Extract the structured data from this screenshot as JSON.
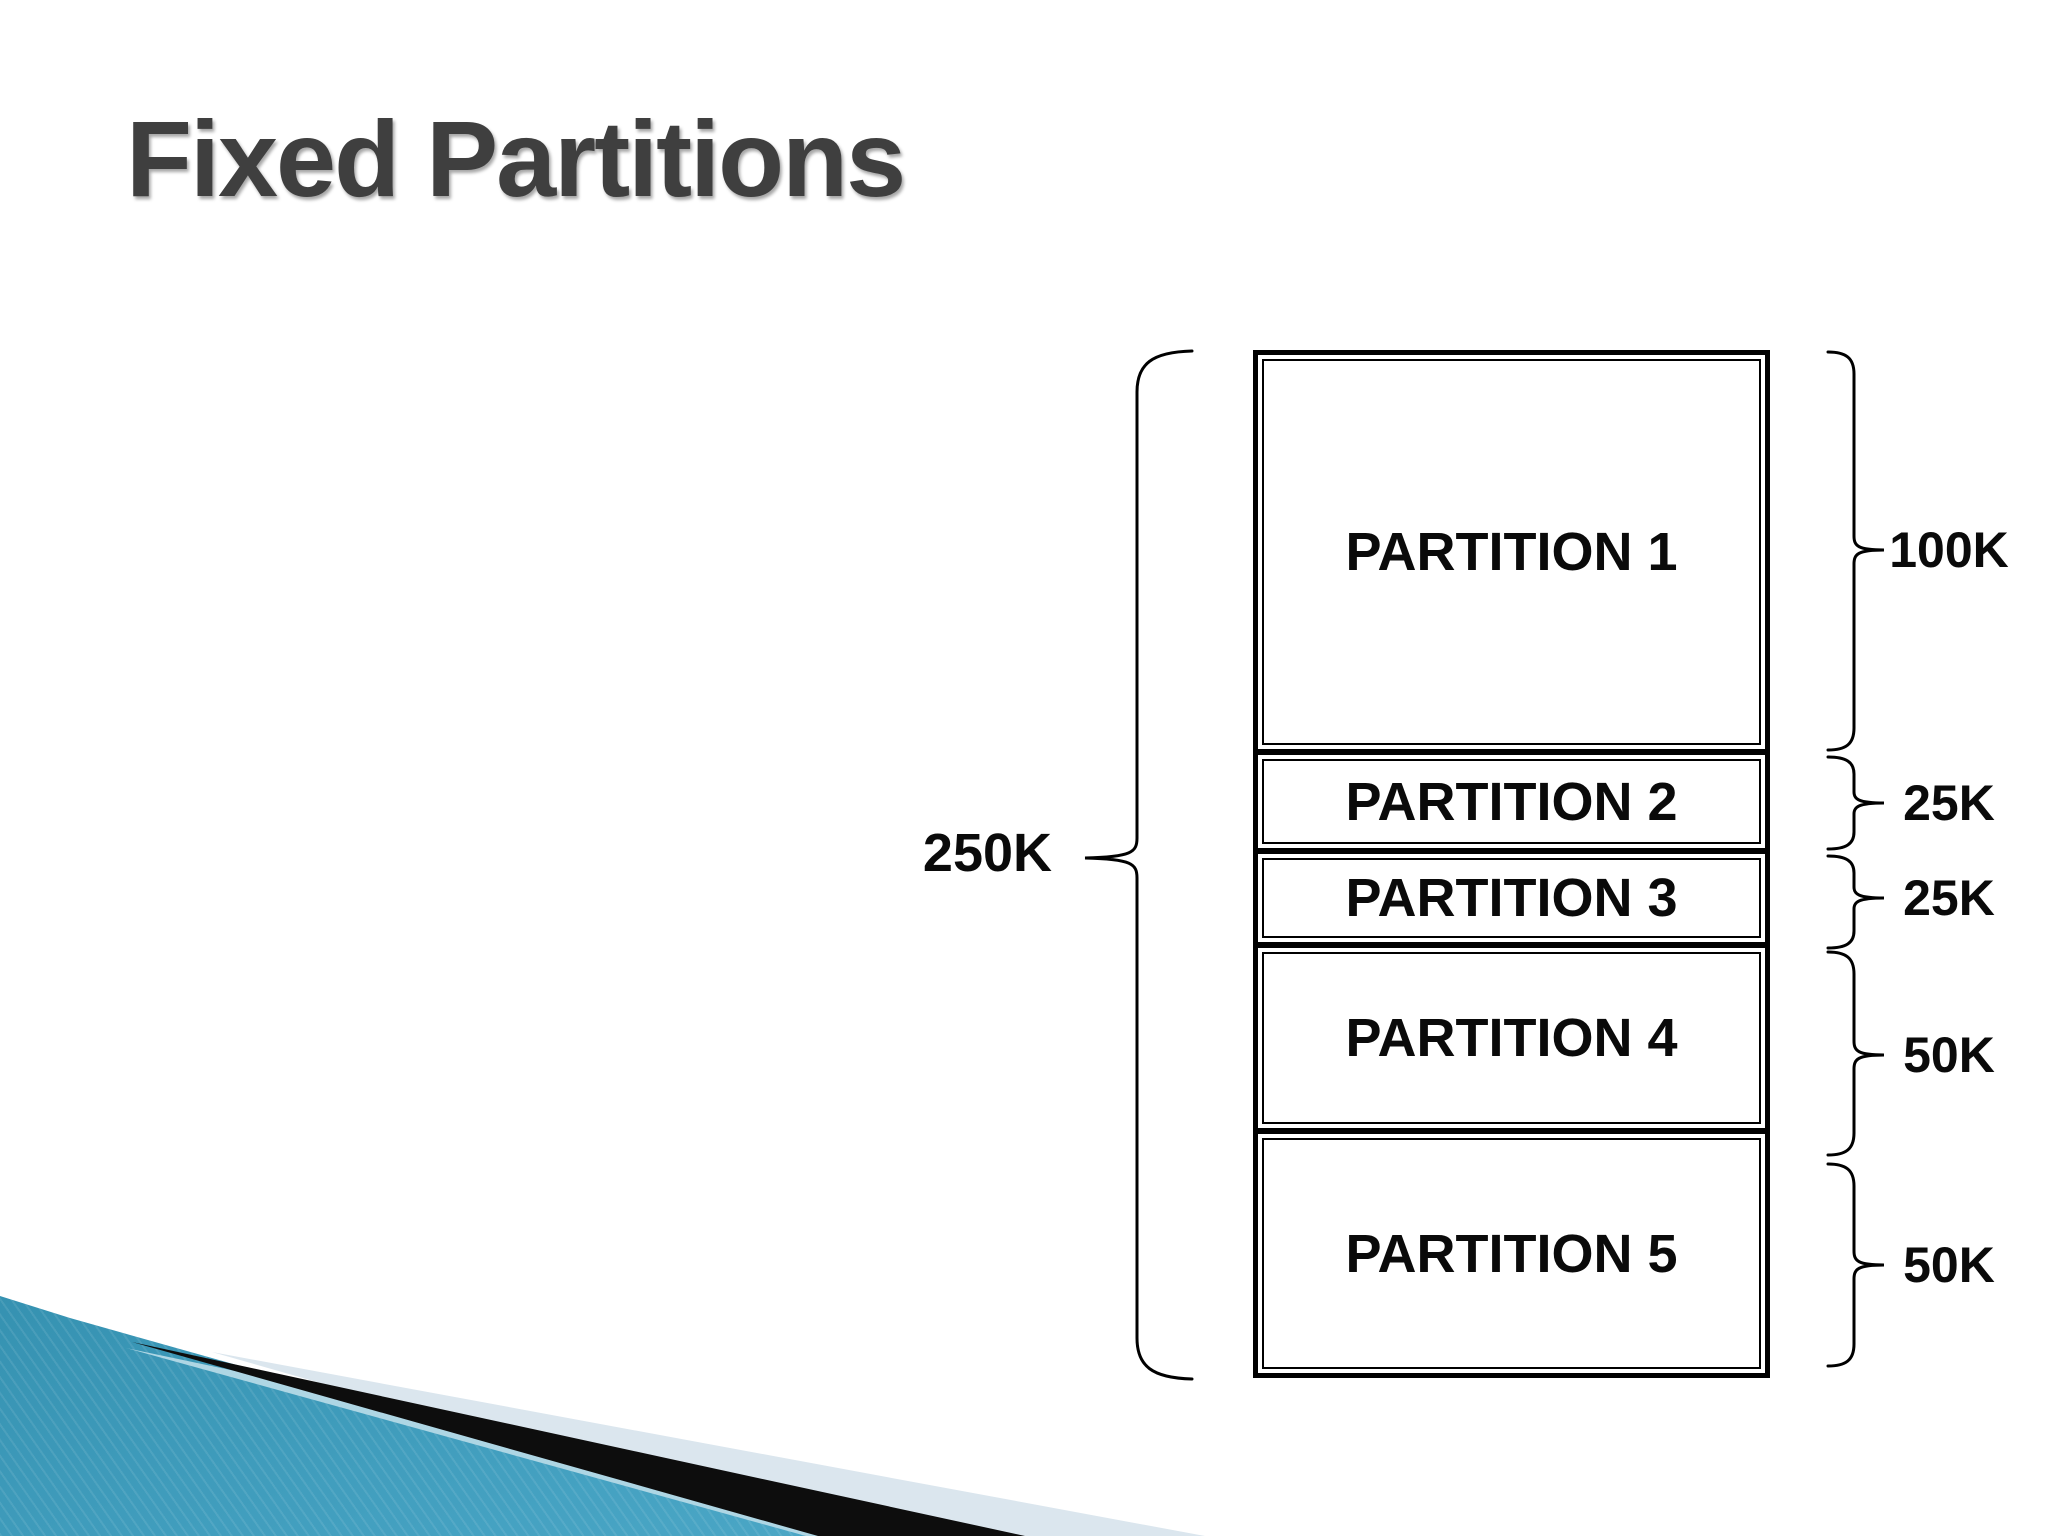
{
  "slide": {
    "title": "Fixed Partitions"
  },
  "diagram": {
    "total_label": "250K",
    "total_size_k": 250,
    "partitions": [
      {
        "label": "PARTITION 1",
        "size": "100K",
        "size_k": 100
      },
      {
        "label": "PARTITION 2",
        "size": "25K",
        "size_k": 25
      },
      {
        "label": "PARTITION 3",
        "size": "25K",
        "size_k": 25
      },
      {
        "label": "PARTITION 4",
        "size": "50K",
        "size_k": 50
      },
      {
        "label": "PARTITION 5",
        "size": "50K",
        "size_k": 50
      }
    ]
  },
  "colors": {
    "title_gray": "#3f3f3f",
    "line_black": "#000000",
    "accent_teal_dark": "#176f90",
    "accent_teal_light": "#5fb5d0",
    "pale_stripe": "#dbe6ee",
    "stripe_black": "#0d0d0d"
  }
}
